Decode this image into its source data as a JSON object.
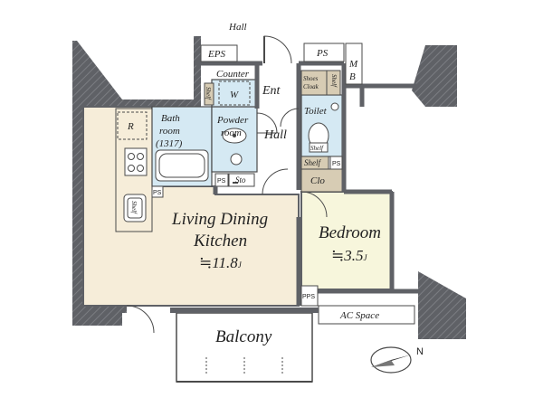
{
  "labels": {
    "hall_top": "Hall",
    "eps": "EPS",
    "ps_top": "PS",
    "mb_m": "M",
    "mb_b": "B",
    "counter": "Counter",
    "w": "W",
    "ent": "Ent",
    "shoes_cloak_1": "Shoes",
    "shoes_cloak_2": "Cloak",
    "shelf_shoes": "Shelf",
    "shelf_counter": "Shelf",
    "r": "R",
    "bath_1": "Bath",
    "bath_2": "room",
    "bath_3": "(1317)",
    "powder_1": "Powder",
    "powder_2": "room",
    "toilet": "Toilet",
    "hall_mid": "Hall",
    "shelf_toilet": "Shelf",
    "shelf_clo": "Shelf",
    "ps_clo": "PS",
    "clo": "Clo",
    "ps_bath": "PS",
    "sto": "Sto",
    "ps_kitchen": "PS",
    "shelf_kitchen": "Shelf",
    "ldk_1": "Living Dining",
    "ldk_2": "Kitchen",
    "ldk_area": "≒11.8",
    "ldk_unit": "J",
    "bedroom": "Bedroom",
    "bedroom_area": "≒3.5",
    "bedroom_unit": "J",
    "pps": "PPS",
    "ac_space": "AC Space",
    "balcony": "Balcony",
    "compass_n": "N"
  },
  "colors": {
    "wall": "#5f6166",
    "ldk": "#f6edd9",
    "bedroom": "#f7f6dc",
    "wet": "#d5e9f3",
    "storage": "#d7ccb4",
    "hall": "#ffffff",
    "line": "#4a4a4a"
  }
}
